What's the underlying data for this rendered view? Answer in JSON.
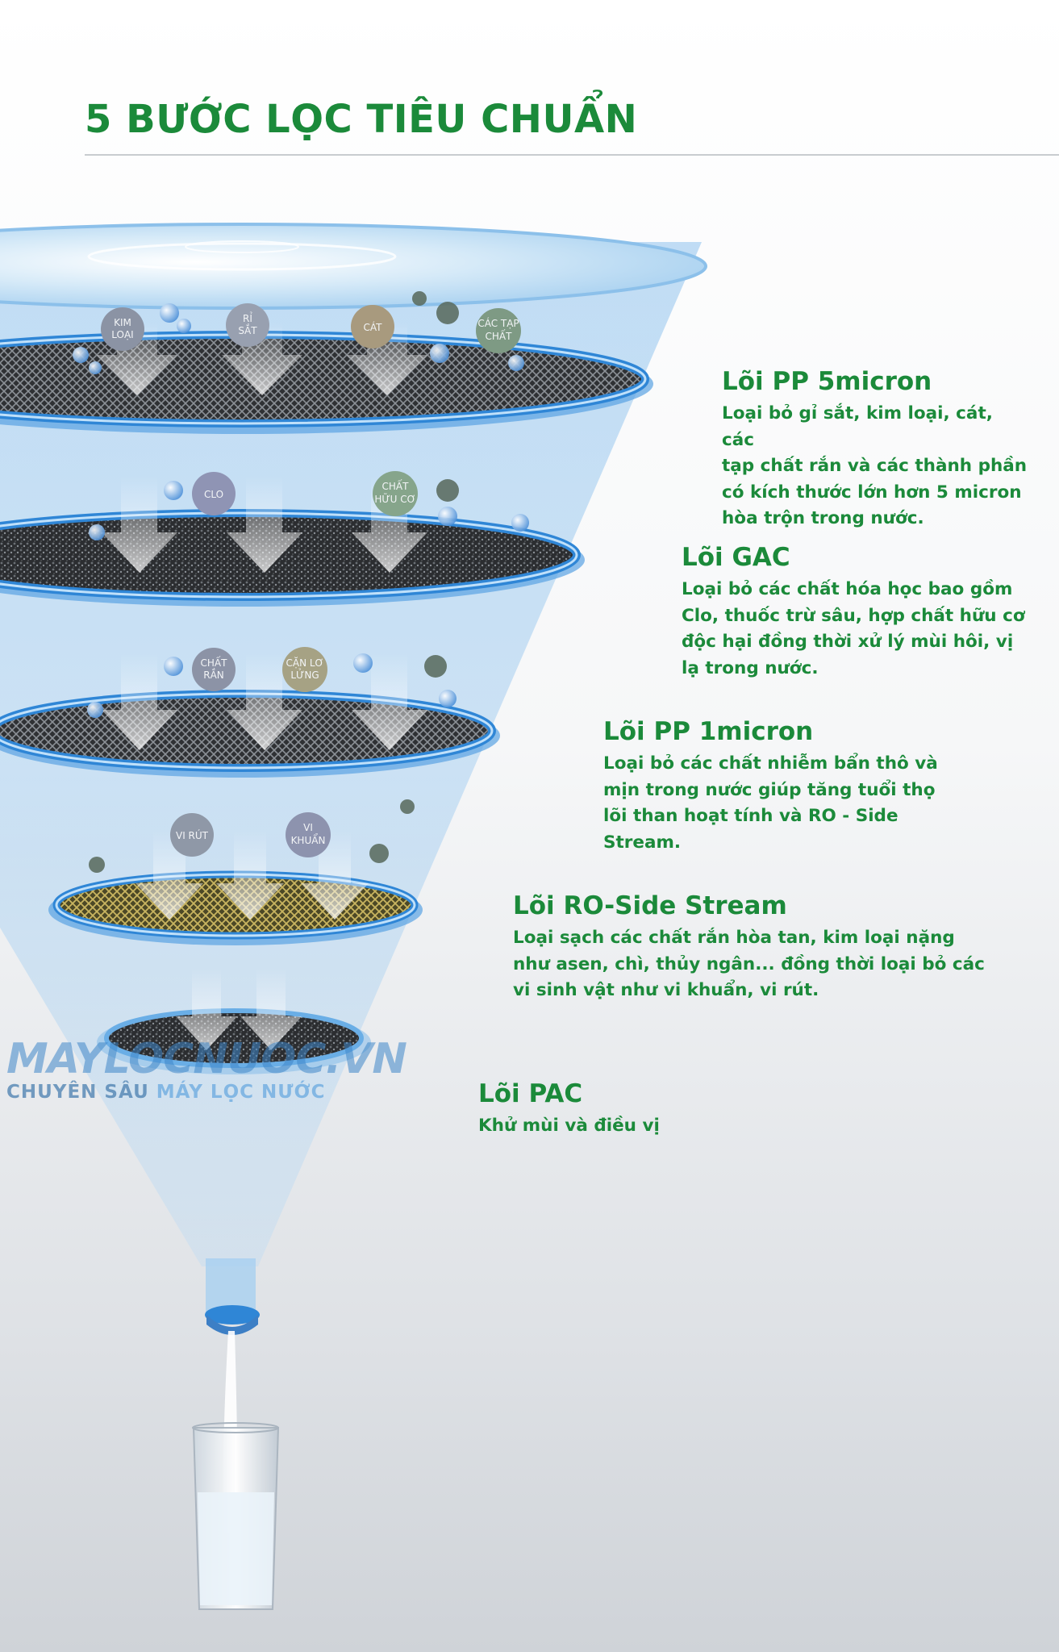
{
  "title": "5 BƯỚC LỌC TIÊU CHUẨN",
  "stages": [
    {
      "name": "Lõi PP 5micron",
      "lines": [
        "Loại bỏ gỉ sắt, kim loại, cát, các",
        "tạp chất rắn và các thành phần",
        "có kích thước lớn hơn 5 micron",
        "hòa trộn trong nước."
      ]
    },
    {
      "name": "Lõi GAC",
      "lines": [
        "Loại bỏ các chất hóa học bao gồm",
        "Clo, thuốc trừ sâu, hợp chất hữu cơ",
        "độc hại đồng thời xử lý mùi hôi, vị",
        "lạ trong nước."
      ]
    },
    {
      "name": "Lõi PP 1micron",
      "lines": [
        "Loại bỏ các chất nhiễm bẩn thô và",
        "mịn trong nước giúp tăng tuổi thọ",
        "lõi than hoạt tính và RO - Side",
        "Stream."
      ]
    },
    {
      "name": "Lõi RO-Side Stream",
      "lines": [
        "Loại sạch các chất rắn hòa tan, kim loại nặng",
        "như asen, chì, thủy ngân... đồng thời loại bỏ các",
        "vi sinh vật như vi khuẩn, vi rút."
      ]
    },
    {
      "name": "Lõi PAC",
      "lines": [
        "Khử mùi và điều vị"
      ]
    }
  ],
  "contaminants": {
    "layer1": [
      [
        "KIM",
        "LOẠI"
      ],
      [
        "RỈ",
        "SẮT"
      ],
      [
        "CÁT"
      ],
      [
        "CÁC TẠP",
        "CHẤT"
      ]
    ],
    "layer2": [
      [
        "CLO"
      ],
      [
        "CHẤT",
        "HỮU CƠ"
      ]
    ],
    "layer3": [
      [
        "CHẤT",
        "RẮN"
      ],
      [
        "CẶN LƠ",
        "LỬNG"
      ]
    ],
    "layer4": [
      [
        "VI RÚT"
      ],
      [
        "VI",
        "KHUẨN"
      ]
    ]
  },
  "watermark": {
    "brand": "MAYLOCNUOC.VN",
    "tagline_part1": "CHUYÊN SÂU",
    "tagline_part2": "MÁY LỌC NƯỚC"
  },
  "colors": {
    "title_green": "#1b8a3a",
    "filter_blue": "#2f86d6",
    "funnel_blue": "#7fb6e6"
  }
}
